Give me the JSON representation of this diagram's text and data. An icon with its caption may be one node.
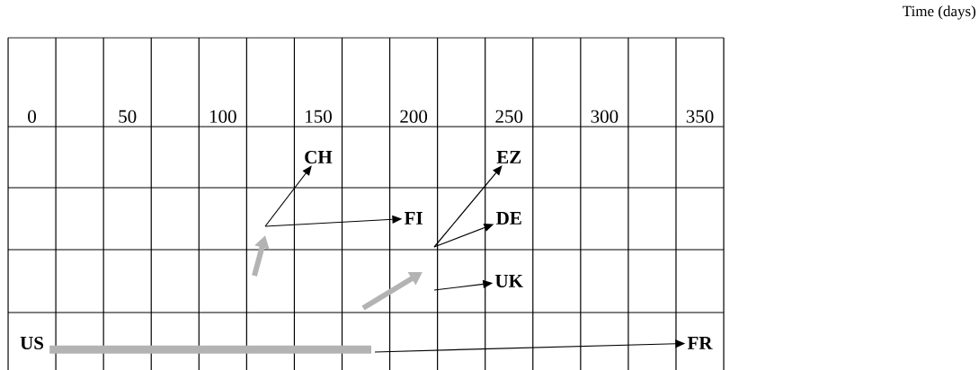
{
  "diagram": {
    "nodes": [
      {
        "text": [
          "CH"
        ]
      },
      {
        "text": [
          "EZ"
        ]
      },
      {
        "text": [
          "FI"
        ]
      },
      {
        "text": [
          "DE"
        ]
      },
      {
        "text": [
          "UK"
        ]
      },
      {
        "text": [
          "US"
        ]
      },
      {
        "text": [
          "FR"
        ]
      }
    ],
    "edges": [
      {
        "from": null,
        "to": 0,
        "arrow": "to"
      },
      {
        "from": null,
        "to": 2,
        "arrow": "to"
      },
      {
        "from": null,
        "to": 1,
        "arrow": "to"
      },
      {
        "from": null,
        "to": 3,
        "arrow": "to"
      },
      {
        "from": null,
        "to": 4,
        "arrow": "to"
      },
      {
        "from": 5,
        "to": null,
        "arrow": "none",
        "style": "thick",
        "color": "#b3b3b3"
      },
      {
        "from": null,
        "to": 6,
        "arrow": "to"
      }
    ],
    "labels": [
      "Time (days)",
      "0",
      "50",
      "100",
      "150",
      "200",
      "250",
      "300",
      "350"
    ]
  }
}
